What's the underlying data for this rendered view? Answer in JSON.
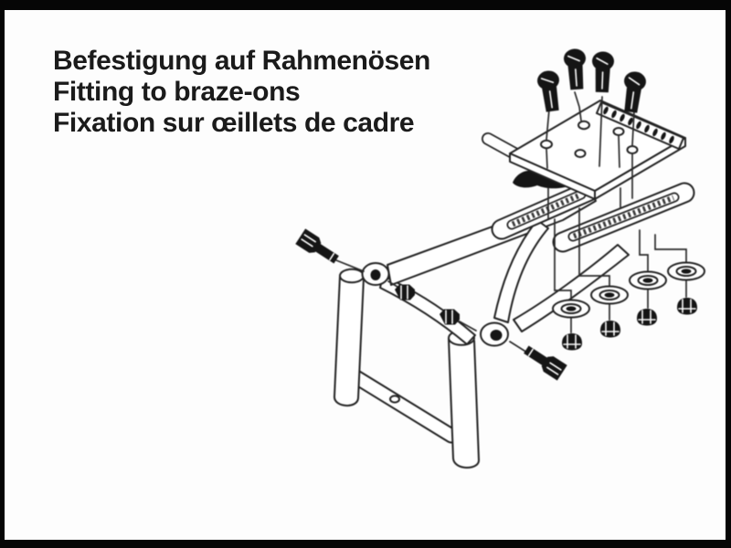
{
  "page": {
    "background_color": "#fdfdfd",
    "frame_border_color": "#060606",
    "ink_color": "#232323"
  },
  "caption": {
    "line_de": "Befestigung auf Rahmenösen",
    "line_en": "Fitting to braze-ons",
    "line_fr": "Fixation sur œillets de cadre"
  }
}
